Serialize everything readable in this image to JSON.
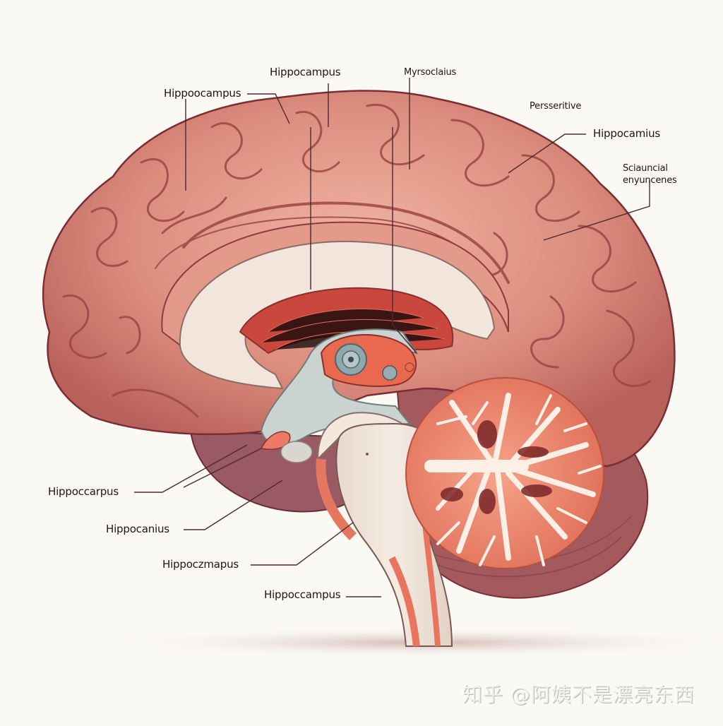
{
  "diagram": {
    "subject": "brain-sagittal-section",
    "colors": {
      "background": "#fbf9f4",
      "cortex": "#d98a7c",
      "cortex_dark": "#a8524e",
      "cortex_outline": "#7a2e33",
      "corpus_callosum": "#f2e6dc",
      "thalamus": "#e9694f",
      "ventricle_gray": "#c9d3cf",
      "cerebellum_gray": "#f08a6e",
      "cerebellum_white": "#fbefe6",
      "brainstem": "#eee4da",
      "label_text": "#1e1518",
      "leader_line": "#4a2a30"
    },
    "labels": [
      {
        "id": "top-left",
        "text": "Hippoocampus"
      },
      {
        "id": "top-center",
        "text": "Hippocampus"
      },
      {
        "id": "top-right-1",
        "text": "Myrsoclaius"
      },
      {
        "id": "top-right-2",
        "text": "Persseritive"
      },
      {
        "id": "right-1",
        "text": "Hippocamius"
      },
      {
        "id": "right-2-line1",
        "text": "Sciauncial"
      },
      {
        "id": "right-2-line2",
        "text": "enyuncenes"
      },
      {
        "id": "bottom-left-1",
        "text": "Hippoccarpus"
      },
      {
        "id": "bottom-left-2",
        "text": "Hippocanius"
      },
      {
        "id": "bottom-left-3",
        "text": "Hippoczmapus"
      },
      {
        "id": "bottom-left-4",
        "text": "Hippoccampus"
      }
    ],
    "watermark": "知乎 @阿姨不是漂亮东西"
  }
}
